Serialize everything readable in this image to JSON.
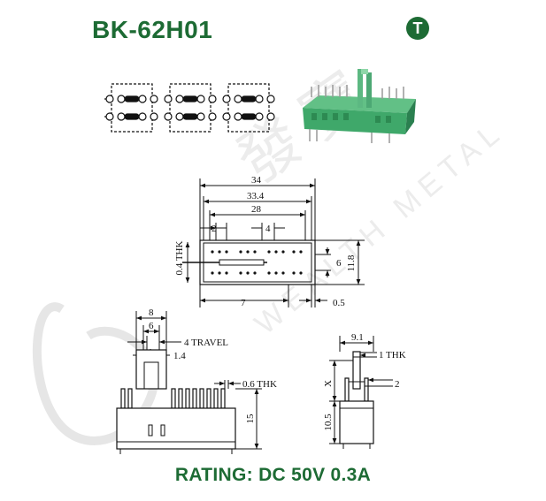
{
  "header": {
    "title": "BK-62H01",
    "badge_letter": "T"
  },
  "colors": {
    "brand_green": "#1d6b34",
    "line": "#111111",
    "watermark": "#e6e6e6",
    "product_green": "#3fa86a"
  },
  "watermark": {
    "chinese": "發 寶",
    "english": "WEALTH METAL"
  },
  "top_view": {
    "dim_34": "34",
    "dim_33_4": "33.4",
    "dim_28": "28",
    "dim_2": "2",
    "dim_4": "4",
    "dim_0_4_thk": "0.4 THK",
    "dim_6": "6",
    "dim_11_8": "11.8",
    "dim_7": "7",
    "dim_0_5": "0.5"
  },
  "front_view": {
    "dim_8": "8",
    "dim_6": "6",
    "dim_4_travel": "4 TRAVEL",
    "dim_1_4": "1.4",
    "dim_0_6_thk": "0.6 THK",
    "dim_15": "15"
  },
  "side_view": {
    "dim_9_1": "9.1",
    "dim_1_thk": "1 THK",
    "dim_x": "X",
    "dim_2": "2",
    "dim_10_5": "10.5"
  },
  "footer": {
    "rating": "RATING: DC 50V 0.3A"
  }
}
